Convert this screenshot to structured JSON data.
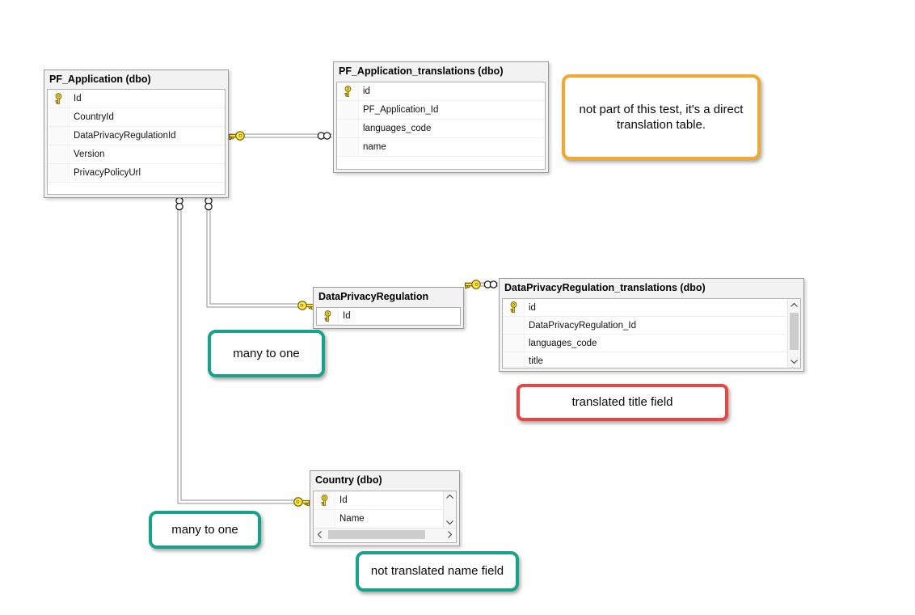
{
  "tables": [
    {
      "title": "PF_Application (dbo)",
      "columns": [
        {
          "name": "Id",
          "pk": true
        },
        {
          "name": "CountryId",
          "pk": false
        },
        {
          "name": "DataPrivacyRegulationId",
          "pk": false
        },
        {
          "name": "Version",
          "pk": false
        },
        {
          "name": "PrivacyPolicyUrl",
          "pk": false
        }
      ]
    },
    {
      "title": "PF_Application_translations (dbo)",
      "columns": [
        {
          "name": "id",
          "pk": true
        },
        {
          "name": "PF_Application_Id",
          "pk": false
        },
        {
          "name": "languages_code",
          "pk": false
        },
        {
          "name": "name",
          "pk": false
        }
      ]
    },
    {
      "title": "DataPrivacyRegulation",
      "columns": [
        {
          "name": "Id",
          "pk": true
        }
      ]
    },
    {
      "title": "DataPrivacyRegulation_translations (dbo)",
      "columns": [
        {
          "name": "id",
          "pk": true
        },
        {
          "name": "DataPrivacyRegulation_Id",
          "pk": false
        },
        {
          "name": "languages_code",
          "pk": false
        },
        {
          "name": "title",
          "pk": false
        }
      ]
    },
    {
      "title": "Country (dbo)",
      "columns": [
        {
          "name": "Id",
          "pk": true
        },
        {
          "name": "Name",
          "pk": false
        }
      ]
    }
  ],
  "relationships": [
    {
      "one": "PF_Application",
      "many": "PF_Application_translations",
      "cardinality": "one-to-many"
    },
    {
      "one": "DataPrivacyRegulation",
      "many": "PF_Application",
      "cardinality": "one-to-many"
    },
    {
      "one": "Country",
      "many": "PF_Application",
      "cardinality": "one-to-many"
    },
    {
      "one": "DataPrivacyRegulation",
      "many": "DataPrivacyRegulation_translations",
      "cardinality": "one-to-many"
    }
  ],
  "annotations": {
    "translation_note": {
      "text": "not part of this test, it's a direct translation table.",
      "border_color": "#F2A72E"
    },
    "many_to_one_top": {
      "text": "many to one",
      "border_color": "#18A28A"
    },
    "translated_title": {
      "text": "translated title field",
      "border_color": "#EC4440"
    },
    "many_to_one_bottom": {
      "text": "many to one",
      "border_color": "#18A28A"
    },
    "not_translated_name": {
      "text": "not translated name field",
      "border_color": "#18A28A"
    }
  },
  "icons": {
    "primary_key": "key-icon",
    "many_end": "infinity-icon"
  },
  "colors": {
    "key_yellow": "#FFE838",
    "pipe_gray": "#8F8F8F",
    "table_border": "#9B9B9B"
  }
}
